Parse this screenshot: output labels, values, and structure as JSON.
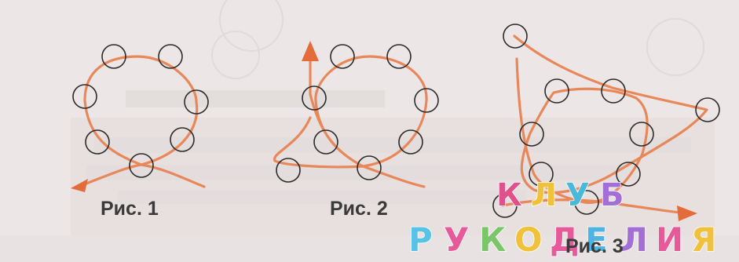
{
  "figures": [
    {
      "caption": "Рис. 1"
    },
    {
      "caption": "Рис. 2"
    },
    {
      "caption": "Рис. 3"
    }
  ],
  "watermark": {
    "line1": "КЛУБ",
    "line2": "РУКОДЕЛИЯ",
    "line1_colors": [
      "#e0508a",
      "#f0c23a",
      "#4ab8d8",
      "#a16fd6"
    ],
    "line2_colors": [
      "#59c3e6",
      "#e75a9a",
      "#7dc56a",
      "#f0c13c",
      "#e75a9a",
      "#4fb4e3",
      "#a26fd6",
      "#e75a9a",
      "#f0c13c"
    ]
  },
  "colors": {
    "thread": "#e8885a",
    "arrow": "#e46b3a",
    "bead_outline": "#2b2b2b",
    "background": "#ece7e6"
  }
}
